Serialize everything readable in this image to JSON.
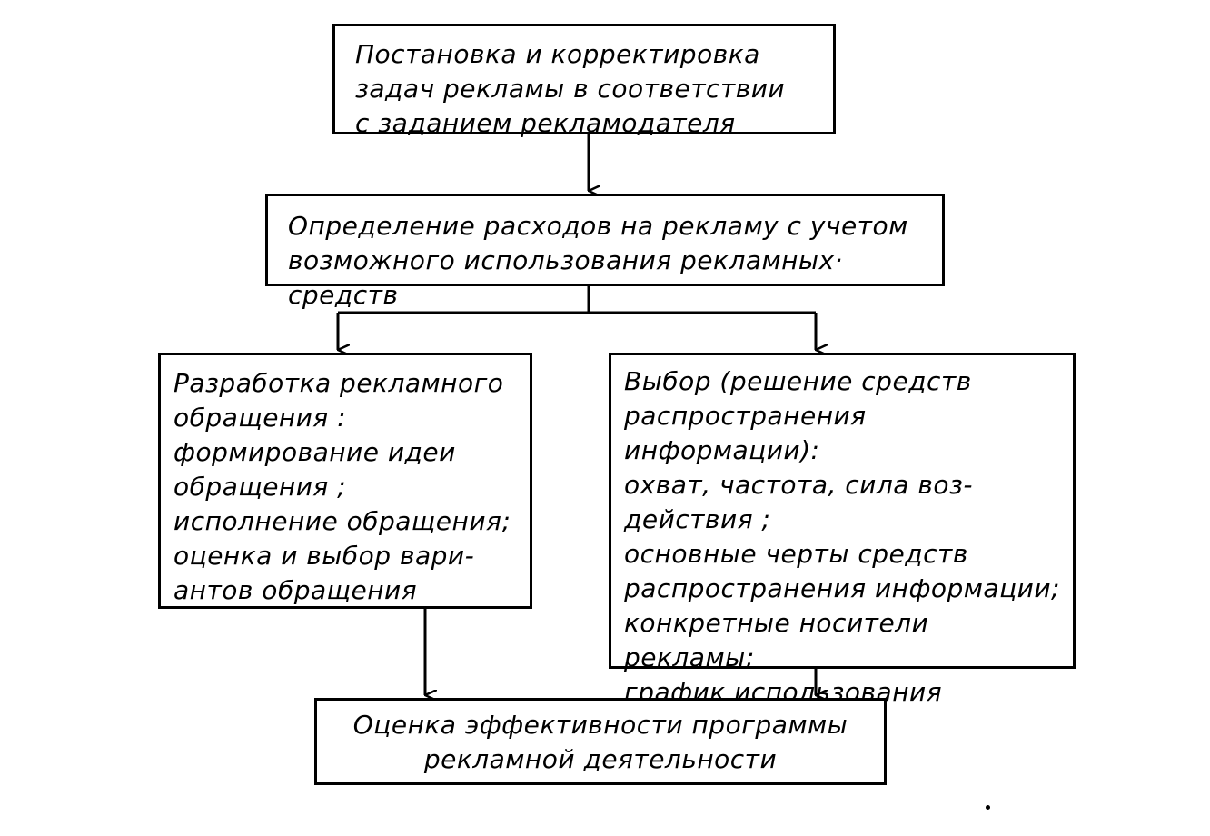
{
  "diagram": {
    "boxes": {
      "setting": {
        "text": "Постановка и корректировка\nзадач рекламы в соответствии\nс заданием рекламодателя"
      },
      "costs": {
        "text": "Определение расходов на рекламу с учетом\nвозможного использования рекламных· средств"
      },
      "message": {
        "text": "Разработка рекламного\nобращения :\nформирование идеи\nобращения ;\nисполнение обращения;\nоценка и выбор вари-\nантов обращения"
      },
      "media": {
        "text": "Выбор (решение средств\nраспространения информации):\nохват, частота, сила воз-\nдействия ;\nосновные черты средств\nраспространения информации;\nконкретные носители рекламы;\nграфик использования\nсредств рекламы"
      },
      "evaluation": {
        "text": "Оценка эффективности программы\nрекламной деятельности"
      }
    },
    "colors": {
      "stroke": "#000000",
      "background": "#ffffff"
    }
  }
}
